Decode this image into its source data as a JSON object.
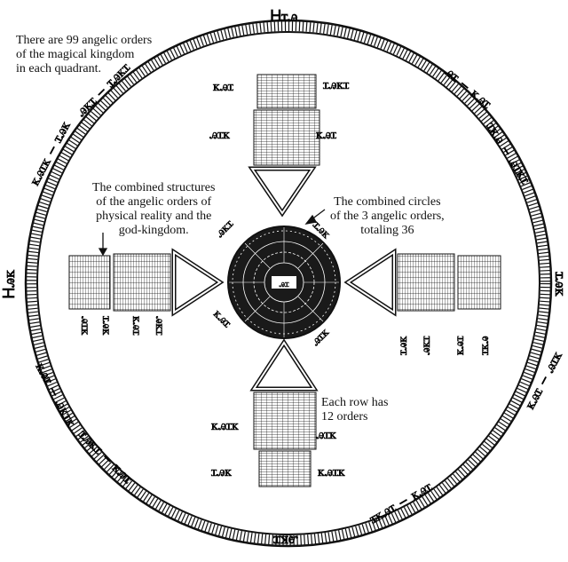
{
  "notes": {
    "quadrant": [
      "There are 99 angelic orders",
      "of the magical kingdom",
      "in each quadrant."
    ],
    "structures": [
      "The combined structures",
      "of the angelic orders of",
      "physical reality and the",
      "god-kingdom."
    ],
    "circles": [
      "The combined circles",
      "of the 3 angelic orders,",
      "totaling 36"
    ],
    "rows": [
      "Each row has",
      "12 orders"
    ]
  },
  "glyphs": {
    "top": "Ꮋꮖꭿ",
    "bottom": "ꭿꮶꮖ",
    "left": "Ꮋꭿꮶ",
    "right": "ꮖꭿꮶ",
    "ring_top_left": "ꭿꮶꮖ ‒ ꮖꭿꮶꮖ",
    "ring_top_left_2": "ꮶꭿꮖꮶ ‒ ꮖꭿꮶ",
    "ring_top_right": "ꭿꮖ ‒ ꮶꭿꮖ",
    "ring_top_right_2": "ꮖꮶꭿ ‒ ꭿꮖꮶꮖ",
    "ring_bottom_left": "ꮶꭿꮖ ‒ ꭿꮶꮖꮶ",
    "ring_bottom_left_2": "ꮖꭿꮶꮖ ‒ ꮶꭿꮖ",
    "ring_bottom_right": "ꮶꭿꮖ ‒ ꭿꮖꮶ",
    "ring_bottom_right_2": "ꮖꮶꭿꮖ ‒ ꮶꭿꮖ",
    "center": "ꭿꮖ"
  },
  "colors": {
    "ink": "#111111",
    "paper": "#ffffff",
    "disc": "#1a1a1a"
  }
}
